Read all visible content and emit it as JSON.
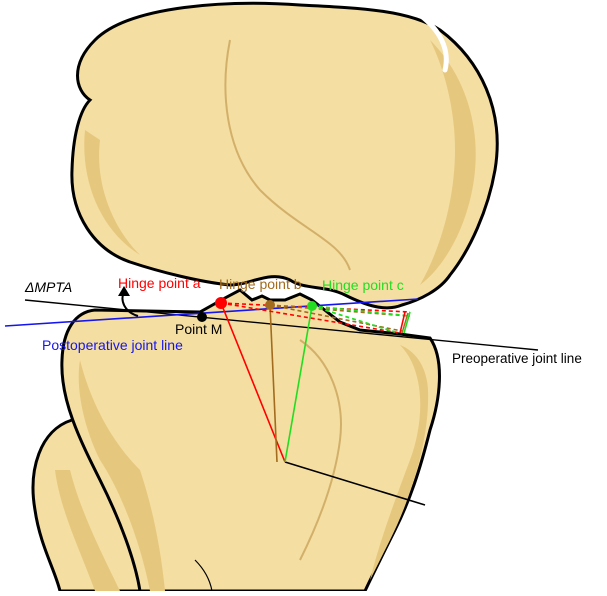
{
  "labels": {
    "delta_mpta": "ΔMPTA",
    "hinge_a": "Hinge point a",
    "hinge_b": "Hinge point b",
    "hinge_c": "Hinge point c",
    "point_m": "Point M",
    "postoperative": "Postoperative joint line",
    "preoperative": "Preoperative joint line"
  },
  "colors": {
    "bone_fill": "#f4dea2",
    "bone_shade": "#e6c77e",
    "bone_outline": "#000000",
    "hinge_a": "#ff0000",
    "hinge_b": "#a26b1d",
    "hinge_c": "#22dd22",
    "postoperative": "#1515ee",
    "preoperative": "#000000",
    "point_m": "#000000"
  }
}
